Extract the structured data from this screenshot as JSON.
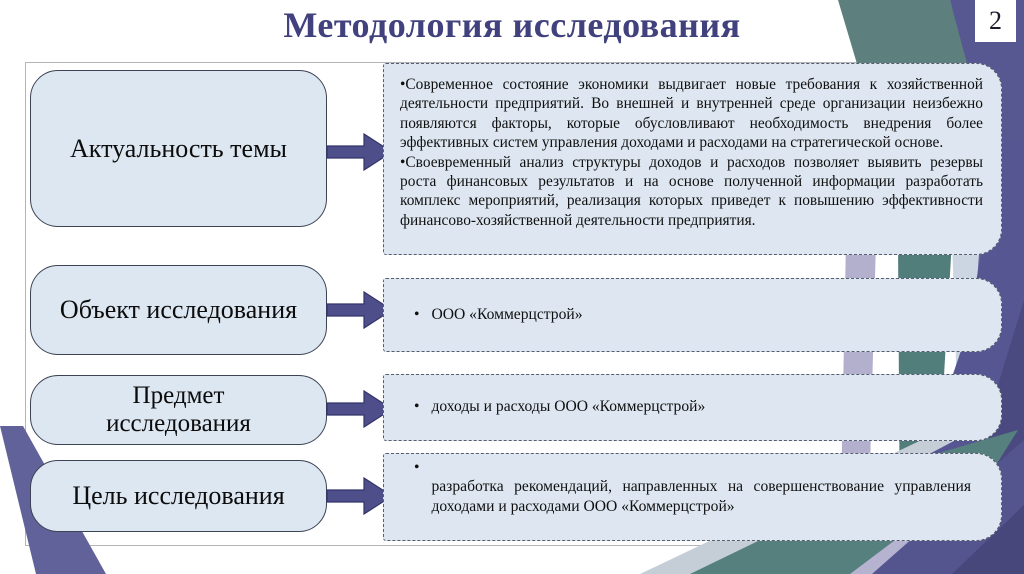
{
  "slide": {
    "title": "Методология исследования",
    "page_number": "2"
  },
  "rows": [
    {
      "label": "Актуальность темы",
      "paragraphs": [
        "•Современное состояние экономики выдвигает новые требования к хозяйственной деятельности предприятий. Во внешней и внутренней среде организации неизбежно появляются факторы, которые обусловливают необходимость внедрения более эффективных систем управления доходами и расходами на стратегической основе.",
        "•Своевременный анализ структуры доходов и расходов позволяет выявить резервы роста финансовых результатов и на основе полученной информации разработать комплекс мероприятий, реализация которых приведет к повышению эффективности финансово-хозяйственной деятельности предприятия."
      ]
    },
    {
      "label": "Объект исследования",
      "bullet": "•",
      "text": "ООО «Коммерцстрой»"
    },
    {
      "label": "Предмет исследования",
      "bullet": "•",
      "text": "доходы и расходы ООО «Коммерцстрой»"
    },
    {
      "label": "Цель исследования",
      "bullet": "•",
      "text": "разработка рекомендаций, направленных на совершенствование управления доходами и расходами ООО «Коммерцстрой»"
    }
  ],
  "colors": {
    "title": "#41417e",
    "label_box_fill": "#dde7f2",
    "label_box_border": "#3c4354",
    "content_box_fill": "#dee7f1",
    "arrow": "#4e4e8a",
    "accent_purple": "#565693",
    "accent_teal": "#55807e",
    "accent_lavender": "#b2b0cd"
  }
}
